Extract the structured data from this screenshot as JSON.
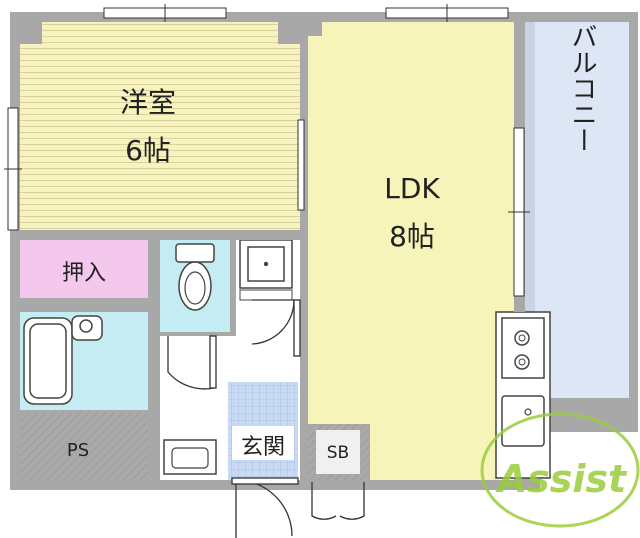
{
  "rooms": {
    "western": {
      "name": "洋室",
      "size": "6帖"
    },
    "ldk": {
      "name": "LDK",
      "size": "8帖"
    },
    "balcony": {
      "name": "バルコニー"
    },
    "closet": {
      "name": "押入"
    },
    "entrance": {
      "name": "玄関"
    },
    "pipe_space": {
      "name": "PS"
    },
    "shoe_box": {
      "name": "SB"
    }
  },
  "watermark": {
    "text": "Assist"
  },
  "colors": {
    "wall": "#a8a8a8",
    "tatami_floor": "#f7f3c0",
    "ldk_floor": "#f6f4b8",
    "balcony": "#dde6f4",
    "closet": "#f4c7ec",
    "wet_area": "#c4ecf2",
    "entrance_tile": "#c8daf4",
    "watermark": "#9ccd3c"
  },
  "icons": [
    "bathtub-icon",
    "toilet-icon",
    "washing-machine-icon",
    "sink-icon",
    "stove-icon",
    "kitchen-sink-icon"
  ]
}
